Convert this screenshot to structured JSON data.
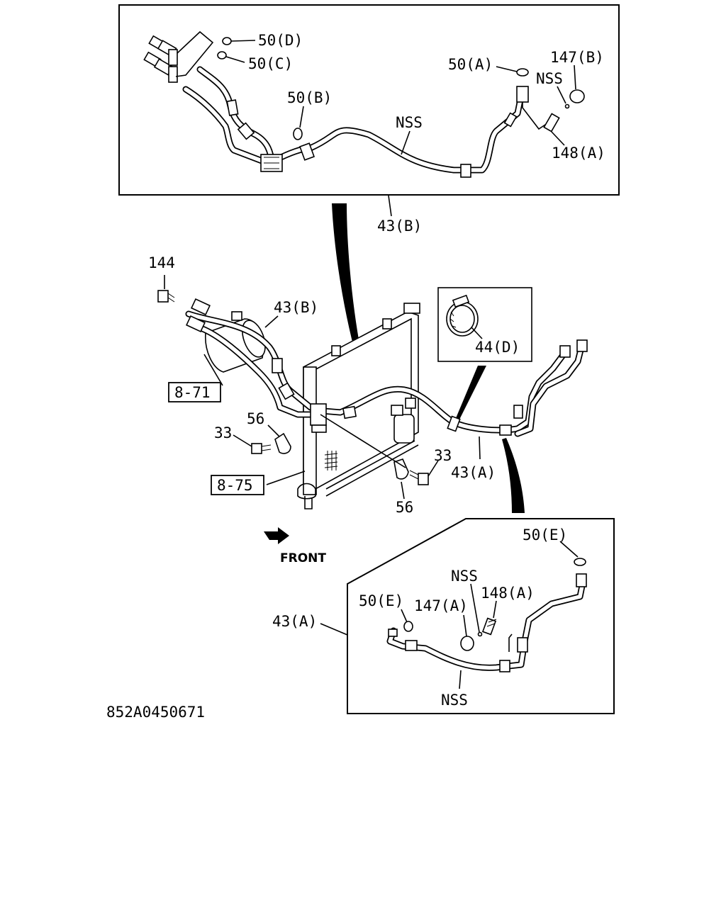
{
  "document_id": "852A0450671",
  "front_label": "FRONT",
  "top_inset": {
    "labels": {
      "o_ring_d": "50(D)",
      "o_ring_c": "50(C)",
      "o_ring_b": "50(B)",
      "o_ring_a": "50(A)",
      "cap_b": "147(B)",
      "nss_cap": "NSS",
      "nss_hose": "NSS",
      "valve_b": "148(A)"
    }
  },
  "top_inset_ref": "43(B)",
  "main": {
    "labels": {
      "bolt_144": "144",
      "pipe_43b": "43(B)",
      "ref_8_71": "8-71",
      "clip_56_left": "56",
      "bolt_33_left": "33",
      "ref_8_75": "8-75",
      "clamp_44d": "44(D)",
      "bolt_33_right": "33",
      "pipe_43a": "43(A)",
      "clip_56_right": "56"
    }
  },
  "bottom_inset": {
    "labels": {
      "o_ring_e_top": "50(E)",
      "nss_cap": "NSS",
      "valve_a": "148(A)",
      "o_ring_e_left": "50(E)",
      "cap_a": "147(A)",
      "nss_hose": "NSS",
      "pipe_ref": "43(A)"
    }
  }
}
